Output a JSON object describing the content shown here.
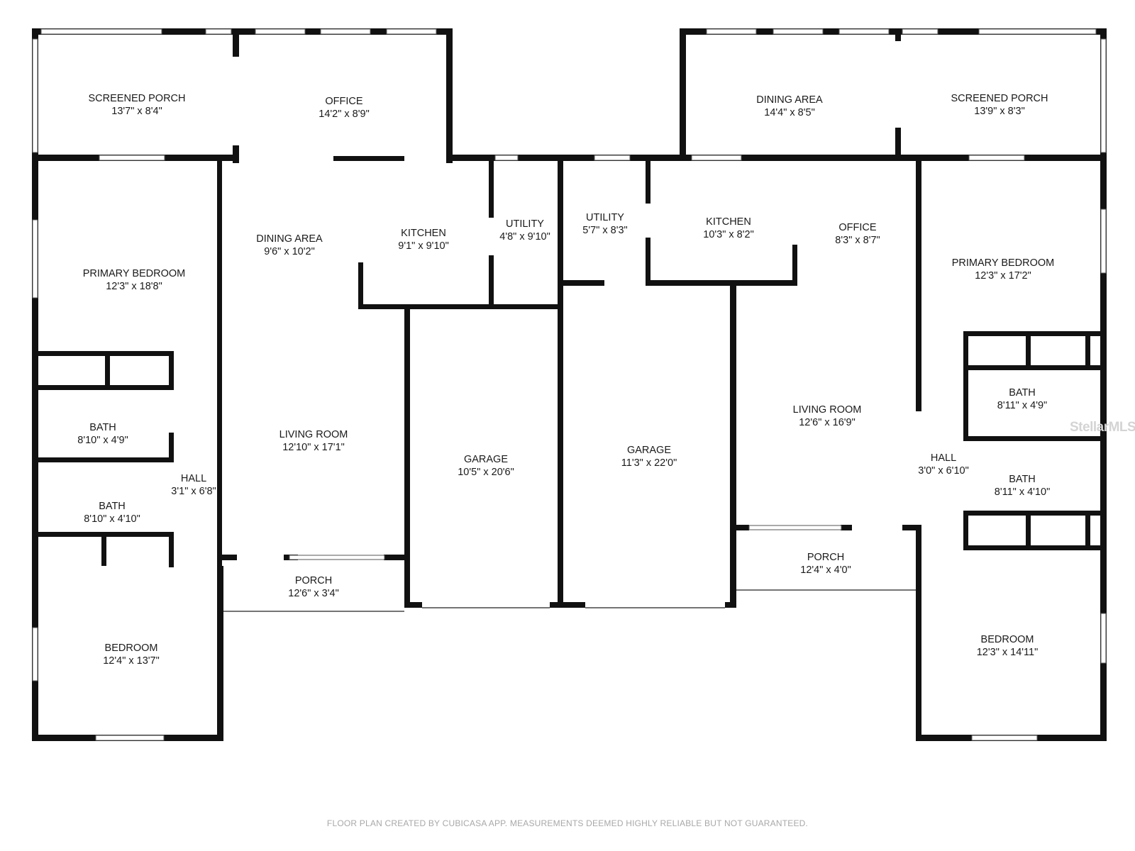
{
  "rooms": [
    {
      "id": "screened-porch-left",
      "name": "SCREENED PORCH",
      "dims": "13'7\" x 8'4\""
    },
    {
      "id": "office-left",
      "name": "OFFICE",
      "dims": "14'2\" x 8'9\""
    },
    {
      "id": "dining-area-left",
      "name": "DINING AREA",
      "dims": "9'6\" x 10'2\""
    },
    {
      "id": "kitchen-left",
      "name": "KITCHEN",
      "dims": "9'1\" x 9'10\""
    },
    {
      "id": "utility-left",
      "name": "UTILITY",
      "dims": "4'8\" x 9'10\""
    },
    {
      "id": "primary-bedroom-left",
      "name": "PRIMARY BEDROOM",
      "dims": "12'3\" x 18'8\""
    },
    {
      "id": "bath-left-1",
      "name": "BATH",
      "dims": "8'10\" x 4'9\""
    },
    {
      "id": "hall-left",
      "name": "HALL",
      "dims": "3'1\" x 6'8\""
    },
    {
      "id": "bath-left-2",
      "name": "BATH",
      "dims": "8'10\" x 4'10\""
    },
    {
      "id": "living-room-left",
      "name": "LIVING ROOM",
      "dims": "12'10\" x 17'1\""
    },
    {
      "id": "garage-left",
      "name": "GARAGE",
      "dims": "10'5\" x 20'6\""
    },
    {
      "id": "porch-left",
      "name": "PORCH",
      "dims": "12'6\" x 3'4\""
    },
    {
      "id": "bedroom-left",
      "name": "BEDROOM",
      "dims": "12'4\" x 13'7\""
    },
    {
      "id": "utility-right",
      "name": "UTILITY",
      "dims": "5'7\" x 8'3\""
    },
    {
      "id": "kitchen-right",
      "name": "KITCHEN",
      "dims": "10'3\" x 8'2\""
    },
    {
      "id": "garage-right",
      "name": "GARAGE",
      "dims": "11'3\" x 22'0\""
    },
    {
      "id": "dining-area-right",
      "name": "DINING AREA",
      "dims": "14'4\" x 8'5\""
    },
    {
      "id": "screened-porch-right",
      "name": "SCREENED PORCH",
      "dims": "13'9\" x 8'3\""
    },
    {
      "id": "office-right",
      "name": "OFFICE",
      "dims": "8'3\" x 8'7\""
    },
    {
      "id": "living-room-right",
      "name": "LIVING ROOM",
      "dims": "12'6\" x 16'9\""
    },
    {
      "id": "porch-right",
      "name": "PORCH",
      "dims": "12'4\" x 4'0\""
    },
    {
      "id": "primary-bedroom-right",
      "name": "PRIMARY BEDROOM",
      "dims": "12'3\" x 17'2\""
    },
    {
      "id": "bath-right-1",
      "name": "BATH",
      "dims": "8'11\" x 4'9\""
    },
    {
      "id": "hall-right",
      "name": "HALL",
      "dims": "3'0\" x 6'10\""
    },
    {
      "id": "bath-right-2",
      "name": "BATH",
      "dims": "8'11\" x 4'10\""
    },
    {
      "id": "bedroom-right",
      "name": "BEDROOM",
      "dims": "12'3\" x 14'11\""
    }
  ],
  "footer_note": "FLOOR PLAN CREATED BY CUBICASA APP. MEASUREMENTS DEEMED HIGHLY RELIABLE BUT NOT GUARANTEED.",
  "watermark": "StellarMLS",
  "colors": {
    "wall": "#111111",
    "label": "#1a1a1a",
    "footer": "#a8a8a8",
    "watermark": "#d4d4d4"
  }
}
